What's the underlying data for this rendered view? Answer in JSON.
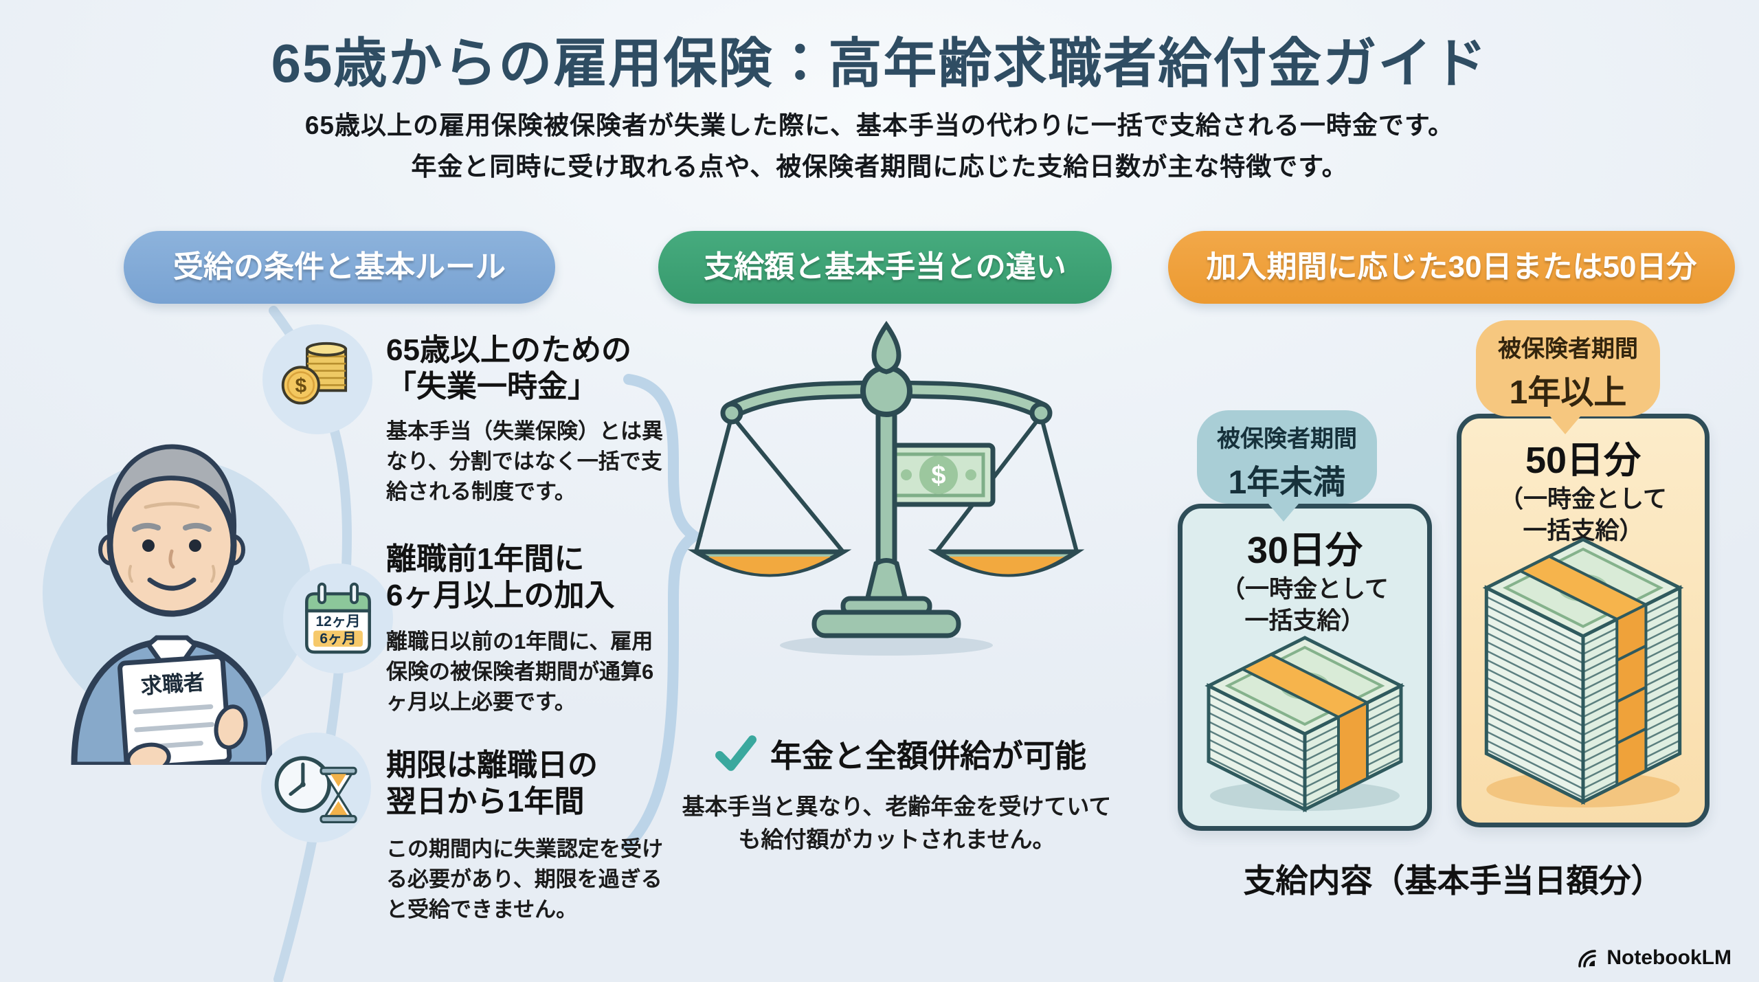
{
  "header": {
    "title": "65歳からの雇用保険：高年齢求職者給付金ガイド",
    "subtitle1": "65歳以上の雇用保険被保険者が失業した際に、基本手当の代わりに一括で支給される一時金です。",
    "subtitle2": "年金と同時に受け取れる点や、被保険者期間に応じた支給日数が主な特徴です。"
  },
  "symbols": {
    "dollar": "$"
  },
  "colors": {
    "blue_pill": "#7ea8d6",
    "green_pill": "#3fa578",
    "orange_pill": "#f0a03c",
    "check_teal": "#3aa89e",
    "title_navy": "#2f4d63",
    "card30_bg": "#ddedee",
    "card50_bg": "#f9ddab"
  },
  "rules": {
    "pill": "受給の条件と基本ルール",
    "person_document": "求職者",
    "items": [
      {
        "icon": "coins",
        "h1": "65歳以上のための",
        "h2": "「失業一時金」",
        "body": "基本手当（失業保険）とは異なり、分割ではなく一括で支給される制度です。"
      },
      {
        "icon": "calendar",
        "cal_row1": "12ヶ月",
        "cal_row2": "6ヶ月",
        "h1": "離職前1年間に",
        "h2": "6ヶ月以上の加入",
        "body": "離職日以前の1年間に、雇用保険の被保険者期間が通算6ヶ月以上必要です。"
      },
      {
        "icon": "clock-hourglass",
        "h1": "期限は離職日の",
        "h2": "翌日から1年間",
        "body": "この期間内に失業認定を受ける必要があり、期限を過ぎると受給できません。"
      }
    ]
  },
  "compare": {
    "pill": "支給額と基本手当との違い",
    "point": "年金と全額併給が可能",
    "point_body": "基本手当と異なり、老齢年金を受けていても給付額がカットされません。"
  },
  "days": {
    "pill": "加入期間に応じた30日または50日分",
    "bubble_under_1year": {
      "line1": "被保険者期間",
      "line2": "1年未満"
    },
    "bubble_over_1year": {
      "line1": "被保険者期間",
      "line2": "1年以上"
    },
    "card_30": {
      "days": "30日分",
      "note1": "（一時金として",
      "note2": "一括支給）"
    },
    "card_50": {
      "days": "50日分",
      "note1": "（一時金として",
      "note2": "一括支給）"
    },
    "caption": "支給内容（基本手当日額分）"
  },
  "footer": {
    "brand": "NotebookLM"
  }
}
